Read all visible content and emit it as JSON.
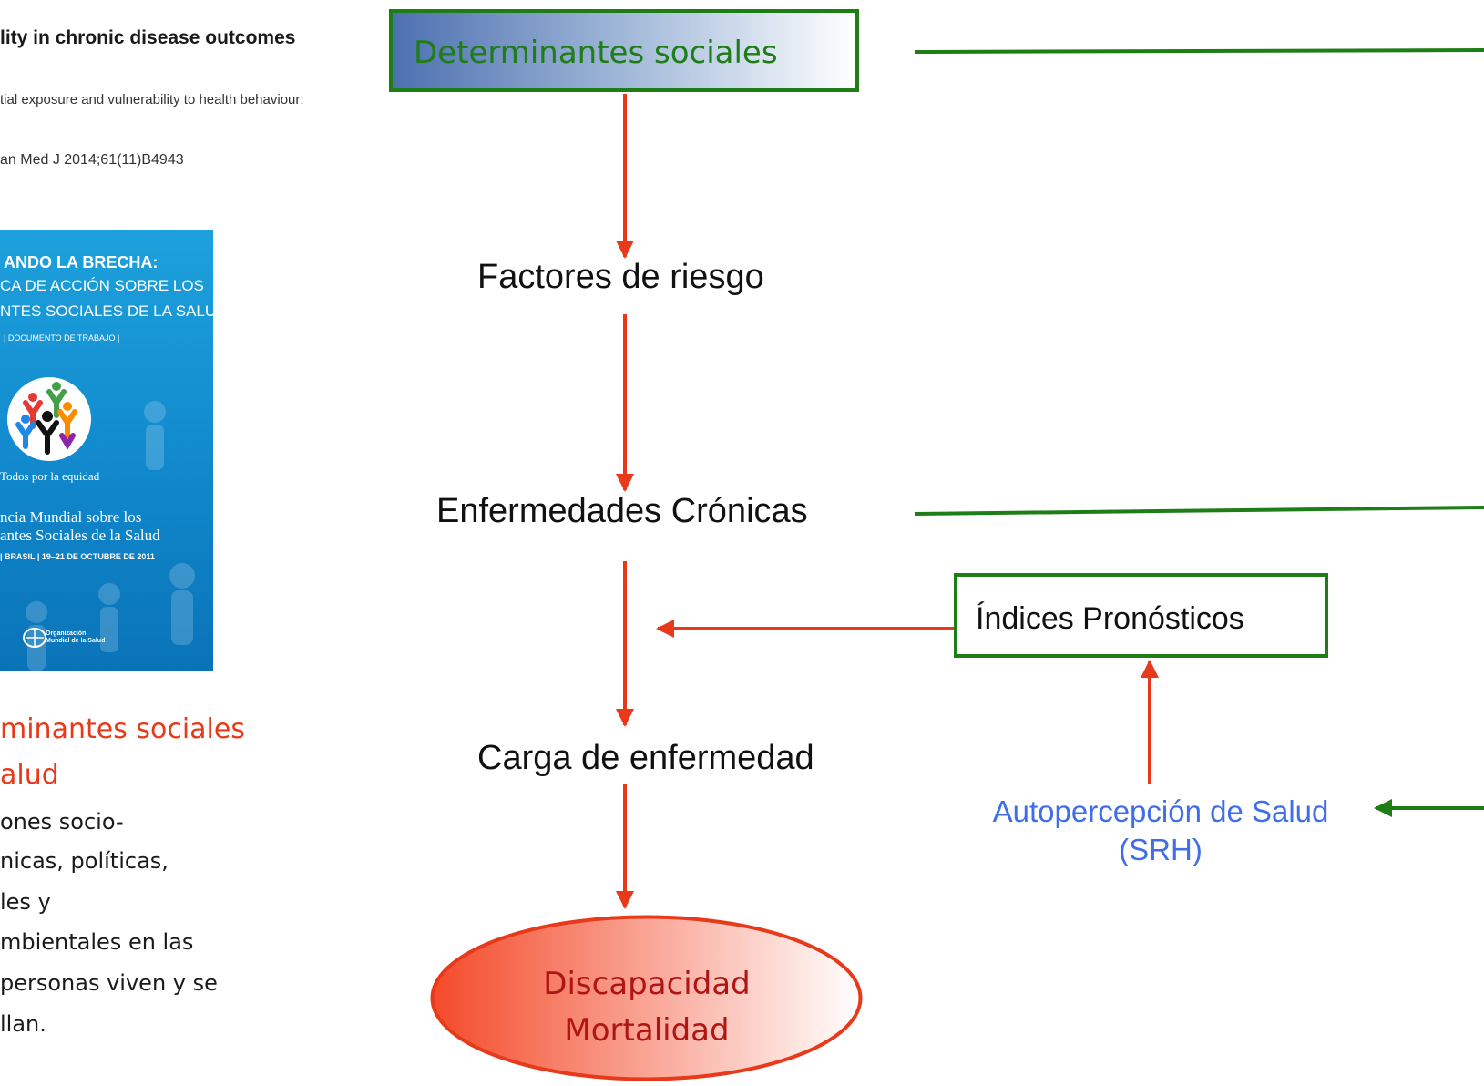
{
  "left_panel": {
    "paper_title": "lity in chronic disease outcomes",
    "paper_subtitle": "tial exposure and vulnerability to health behaviour:",
    "paper_citation": "an Med J 2014;61(11)B4943",
    "cover": {
      "line1": "ANDO LA BRECHA:",
      "line2": "CA DE ACCIÓN SOBRE LOS",
      "line3": "NTES SOCIALES DE LA SALUD",
      "line4": "| DOCUMENTO DE TRABAJO |",
      "motto": "Todos por la equidad",
      "conf_line1": "ncia Mundial sobre los",
      "conf_line2": "antes Sociales de la Salud",
      "conf_line3": "| BRASIL | 19–21 DE OCTUBRE DE 2011",
      "who_line1": "Organización",
      "who_line2": "Mundial de la Salud"
    },
    "definition_heading": [
      "minantes sociales",
      "alud"
    ],
    "definition_body": [
      "ones socio-",
      "nicas, políticas,",
      "les y",
      "mbientales en las",
      " personas viven y se",
      "llan."
    ]
  },
  "diagram": {
    "determinantes": "Determinantes sociales",
    "factores": "Factores de riesgo",
    "enfermedades": "Enfermedades Crónicas",
    "carga": "Carga de enfermedad",
    "outcome_line1": "Discapacidad",
    "outcome_line2": "Mortalidad",
    "indices": "Índices Pronósticos",
    "srh_line1": "Autopercepción de Salud",
    "srh_line2": "(SRH)"
  },
  "colors": {
    "arrow_red": "#e8391a",
    "line_green": "#1e7d16",
    "srh_blue": "#3f6ee8",
    "definition_red": "#e8391a"
  }
}
